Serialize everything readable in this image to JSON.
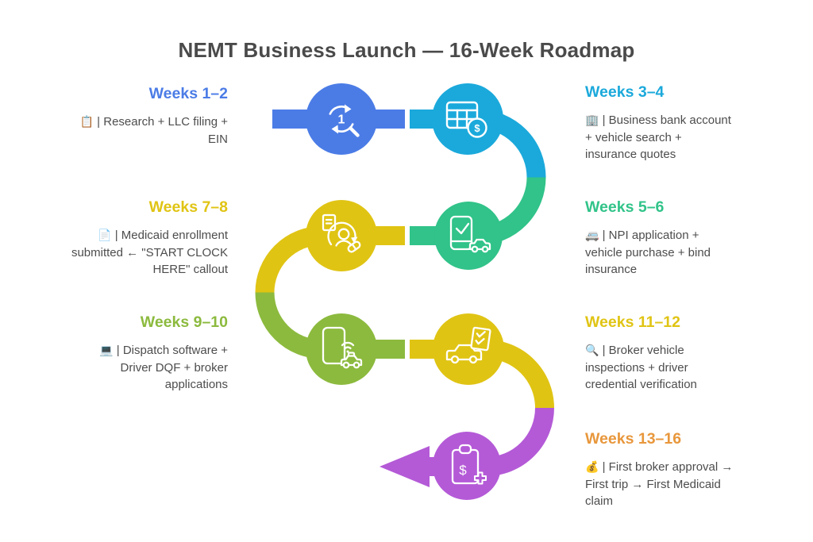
{
  "title": "NEMT Business Launch — 16-Week Roadmap",
  "colors": {
    "blue": "#4b7ce6",
    "cyan": "#1ba9db",
    "green": "#31c389",
    "yellow": "#e0c414",
    "lime": "#8cba3e",
    "purple": "#b45ad7",
    "orange": "#e8973c",
    "title_text": "#4a4a4a",
    "body_text": "#4d4d4d"
  },
  "icons": {
    "step_number": "1",
    "dollar": "$"
  },
  "milestones": [
    {
      "label": "Weeks 1–2",
      "emoji": "📋",
      "description": "| Research + LLC filing + EIN",
      "side": "left",
      "color": "blue",
      "node_icon": "research-loop-icon"
    },
    {
      "label": "Weeks 3–4",
      "emoji": "🏢",
      "description": "| Business bank account + vehicle search + insurance quotes",
      "side": "right",
      "color": "cyan",
      "node_icon": "bank-table-dollar-icon"
    },
    {
      "label": "Weeks 5–6",
      "emoji": "🚐",
      "description": "| NPI application + vehicle purchase + bind insurance",
      "side": "right",
      "color": "green",
      "node_icon": "phone-check-car-icon"
    },
    {
      "label": "Weeks 7–8",
      "emoji": "📄",
      "description": "| Medicaid enrollment submitted ← \"START CLOCK HERE\" callout",
      "side": "left",
      "color": "yellow",
      "node_icon": "enrollment-person-icon"
    },
    {
      "label": "Weeks 9–10",
      "emoji": "💻",
      "description": "| Dispatch software + Driver DQF + broker applications",
      "side": "left",
      "color": "lime",
      "node_icon": "dispatch-phone-icon"
    },
    {
      "label": "Weeks 11–12",
      "emoji": "🔍",
      "description": "| Broker vehicle inspections + driver credential verification",
      "side": "right",
      "color": "yellow",
      "node_icon": "vehicle-inspection-icon"
    },
    {
      "label": "Weeks 13–16",
      "emoji": "💰",
      "description": "| First broker approval → First trip → First Medicaid claim",
      "side": "right",
      "color": "orange",
      "node_icon": "medicaid-claim-icon"
    }
  ]
}
